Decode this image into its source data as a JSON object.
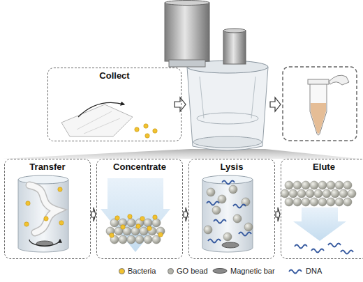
{
  "diagram": {
    "nodes": [
      {
        "text": [
          "Collect"
        ]
      },
      {
        "text": [
          "Transfer"
        ]
      },
      {
        "text": [
          "Concentrate"
        ]
      },
      {
        "text": [
          "Lysis"
        ]
      },
      {
        "text": [
          "Elute"
        ]
      }
    ],
    "edges": [
      {
        "from": 1,
        "to": 2,
        "arrow": "to"
      },
      {
        "from": 2,
        "to": 3,
        "arrow": "to"
      },
      {
        "from": 3,
        "to": 4,
        "arrow": "to"
      }
    ],
    "legend": [
      {
        "text": "Bacteria",
        "color": "#f2c230"
      },
      {
        "text": "GO bead",
        "color": "#b4b4aa"
      },
      {
        "text": "Magnetic bar"
      },
      {
        "text": "DNA"
      }
    ]
  }
}
